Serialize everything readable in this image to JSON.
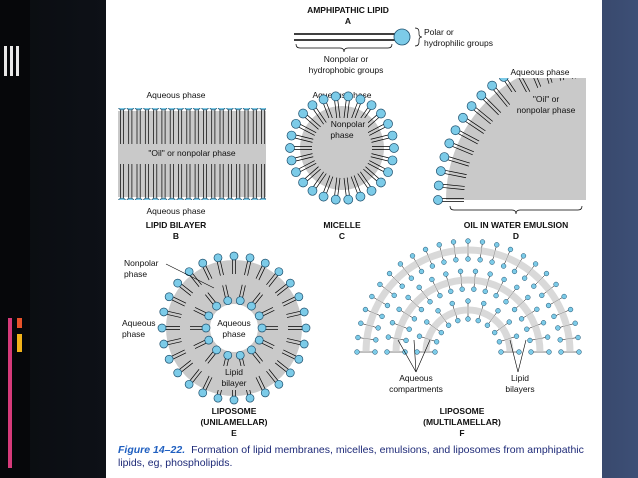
{
  "figure": {
    "A": {
      "title": "AMPHIPATHIC LIPID",
      "letter": "A",
      "polar": [
        "Polar or",
        "hydrophilic groups"
      ],
      "nonpolar": [
        "Nonpolar or",
        "hydrophobic groups"
      ]
    },
    "B": {
      "top": "Aqueous phase",
      "middle": "\"Oil\" or nonpolar phase",
      "bottom": "Aqueous phase",
      "title": "LIPID BILAYER",
      "letter": "B"
    },
    "C": {
      "top": "Aqueous phase",
      "inner": [
        "Nonpolar",
        "phase"
      ],
      "title": "MICELLE",
      "letter": "C"
    },
    "D": {
      "top": "Aqueous phase",
      "inner": [
        "\"Oil\" or",
        "nonpolar phase"
      ],
      "title": "OIL IN WATER EMULSION",
      "letter": "D"
    },
    "E": {
      "nonpolar": [
        "Nonpolar",
        "phase"
      ],
      "aqueous_out": [
        "Aqueous",
        "phase"
      ],
      "aqueous_in": [
        "Aqueous",
        "phase"
      ],
      "bilayer": [
        "Lipid",
        "bilayer"
      ],
      "title": [
        "LIPOSOME",
        "(UNILAMELLAR)"
      ],
      "letter": "E"
    },
    "F": {
      "compartments": [
        "Aqueous",
        "compartments"
      ],
      "bilayers": [
        "Lipid",
        "bilayers"
      ],
      "title": [
        "LIPOSOME",
        "(MULTILAMELLAR)"
      ],
      "letter": "F"
    }
  },
  "caption": {
    "number": "Figure 14–22.",
    "text": "Formation of lipid membranes, micelles, emulsions, and liposomes from amphipathic lipids, eg, phospholipids."
  },
  "colors": {
    "head": "#7ccbe8",
    "head_stroke": "#1d4f6d",
    "phase": "#c9c9c9",
    "caption": "#1e2a78"
  }
}
